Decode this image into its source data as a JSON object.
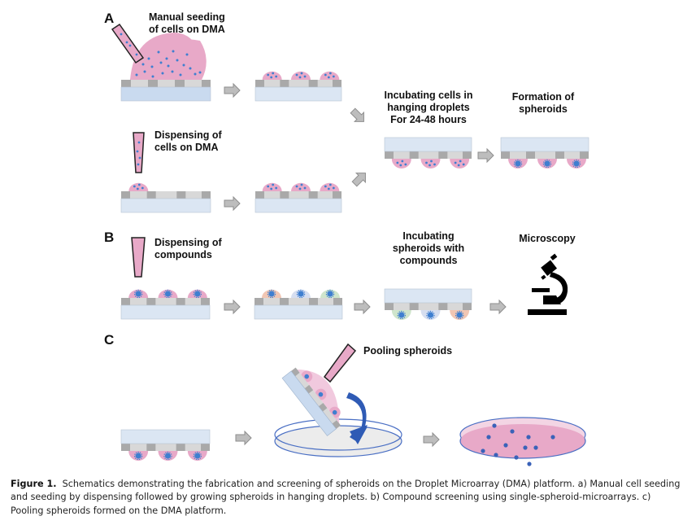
{
  "figure": {
    "panels": {
      "A": {
        "letter": "A",
        "manual_seeding": "Manual seeding|of cells on DMA",
        "dispensing_cells": "Dispensing of|cells on DMA",
        "incubating": "Incubating cells in|hanging droplets|For 24-48 hours",
        "formation": "Formation of|spheroids"
      },
      "B": {
        "letter": "B",
        "dispensing_compounds": "Dispensing of|compounds",
        "incubating_compounds": "Incubating|spheroids with|compounds",
        "microscopy": "Microscopy"
      },
      "C": {
        "letter": "C",
        "pooling": "Pooling spheroids"
      }
    },
    "colors": {
      "droplet_pink": "#e8a9c8",
      "cell_blue": "#3f7fd0",
      "slide_blue": "#dbe6f3",
      "slide_blue_dark": "#c9daef",
      "pattern_gray": "#a9a9a9",
      "pattern_light": "#d8d8d8",
      "arrow_gray": "#b5b5b5",
      "compound_orange": "#f1c6b3",
      "compound_lavender": "#d6def0",
      "compound_green": "#cfe5cb",
      "dish_blue": "#4a6fc4",
      "curve_arrow_blue": "#2f5bb5"
    }
  },
  "caption": {
    "label": "Figure 1.",
    "text": "Schematics demonstrating the fabrication and screening of spheroids on the Droplet Microarray (DMA) platform. a) Manual cell seeding and seeding by dispensing followed by growing spheroids in hanging droplets. b) Compound screening using single-spheroid-microarrays. c) Pooling spheroids formed on the DMA platform."
  }
}
